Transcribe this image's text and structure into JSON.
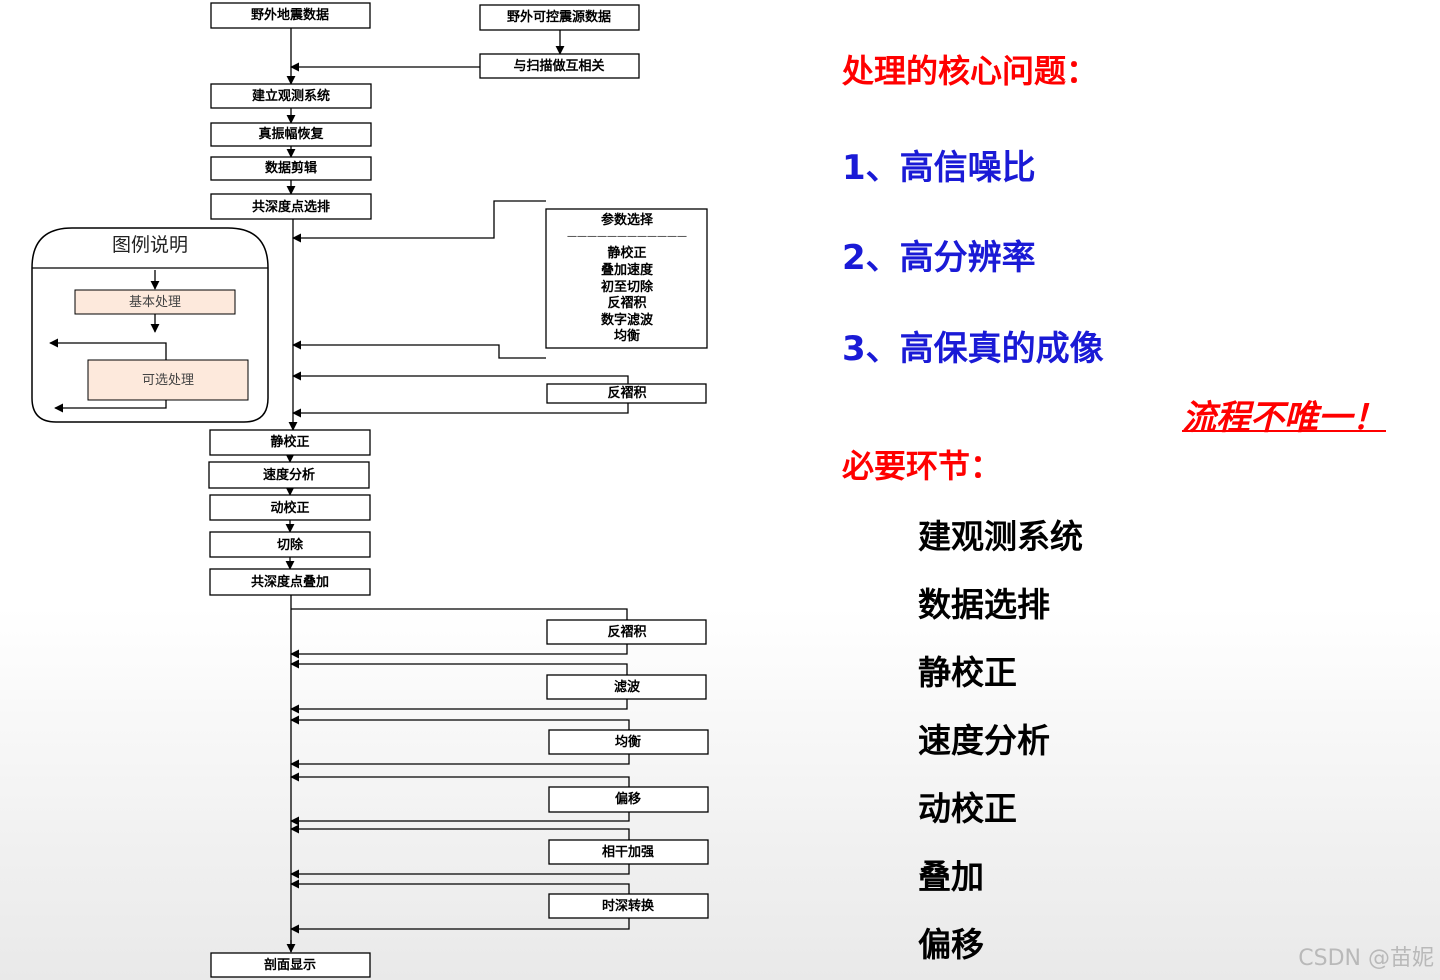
{
  "flow": {
    "field_data": "野外地震数据",
    "vibroseis_data": "野外可控震源数据",
    "sweep_correlation": "与扫描做互相关",
    "geometry": "建立观测系统",
    "amplitude_recovery": "真振幅恢复",
    "data_editing": "数据剪辑",
    "cdp_sorting": "共深度点选排",
    "param_title": "参数选择",
    "param_divider": "————————————",
    "param_items": [
      "静校正",
      "叠加速度",
      "初至切除",
      "反褶积",
      "数字滤波",
      "均衡"
    ],
    "deconv_1": "反褶积",
    "statics": "静校正",
    "velocity_analysis": "速度分析",
    "nmo": "动校正",
    "mute": "切除",
    "cdp_stack": "共深度点叠加",
    "post_deconv": "反褶积",
    "filter": "滤波",
    "equalize": "均衡",
    "migration": "偏移",
    "coherence": "相干加强",
    "depth_conversion": "时深转换",
    "display": "剖面显示"
  },
  "legend": {
    "title": "图例说明",
    "basic": "基本处理",
    "optional": "可选处理"
  },
  "panel": {
    "core_title": "处理的核心问题：",
    "core_items": [
      "1、高信噪比",
      "2、高分辨率",
      "3、高保真的成像"
    ],
    "note": "流程不唯一！",
    "steps_title": "必要环节：",
    "steps": [
      "建观测系统",
      "数据选排",
      "静校正",
      "速度分析",
      "动校正",
      "叠加",
      "偏移"
    ]
  },
  "watermark": "CSDN @苗妮",
  "colors": {
    "emphasis": "#ff0000",
    "core": "#1a1ad6",
    "legend_fill": "#fde9dc"
  }
}
